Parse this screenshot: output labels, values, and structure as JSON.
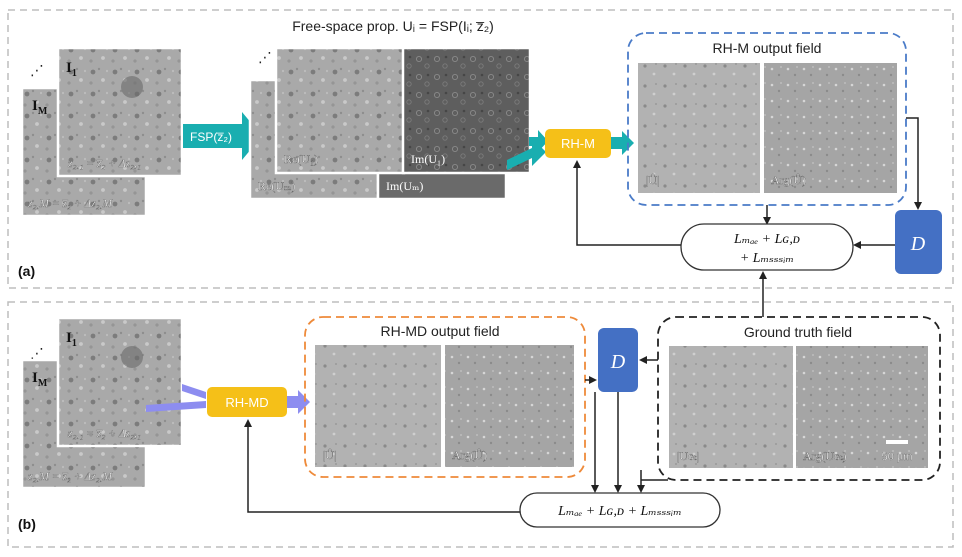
{
  "panel_a": {
    "label": "(a)",
    "stack_I1": "I",
    "stack_I1_sub": "1",
    "stack_IM": "I",
    "stack_IM_sub": "M",
    "eq_z21": "z₂,₁ = z̅₂ + Δz₂,₁",
    "eq_z2M": "z₂,M = z̅₂ + Δz₂,M",
    "fsp_arrow": "FSP(z̅₂)",
    "fsp_title": "Free-space prop. Uᵢ = FSP(Iᵢ; z̅₂)",
    "re_u1": "Re(U₁)",
    "im_u1": "Im(U₁)",
    "re_um": "Re(Uₘ)",
    "im_um": "Im(Uₘ)",
    "network": "RH-M",
    "output_title": "RH-M output field",
    "amp_label": "|Û|",
    "phase_label": "Arg(Û)",
    "loss_line1": "Lₘₐₑ + Lɢ,ᴅ",
    "loss_line2": "+ Lₘₛₛₛᵢₘ",
    "disc": "D"
  },
  "panel_b": {
    "label": "(b)",
    "stack_I1": "I",
    "stack_I1_sub": "1",
    "stack_IM": "I",
    "stack_IM_sub": "M",
    "eq_z21": "z₂,₁ = z̅₂ + Δz₂,₁",
    "eq_z2M": "z₂,M = z̅₂ + Δz₂,M",
    "network": "RH-MD",
    "output_title": "RH-MD output field",
    "amp_label": "|Û|",
    "phase_label": "Arg(Û)",
    "disc": "D",
    "gt_title": "Ground truth field",
    "gt_amp": "|Uɢₜ|",
    "gt_phase": "Arg(Uɢₜ)",
    "scale_bar": "50 μm",
    "loss": "Lₘₐₑ + Lɢ,ᴅ + Lₘₛₛₛᵢₘ"
  },
  "colors": {
    "teal": "#19aeb0",
    "purple": "#8d8df0",
    "network": "#f5c018",
    "disc": "#4470c4",
    "blue_dash": "#4a7bc8",
    "orange_dash": "#ee8a3a",
    "black_dash": "#222222"
  }
}
